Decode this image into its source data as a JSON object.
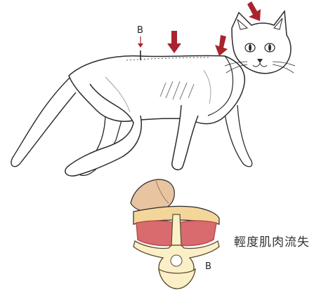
{
  "labels": {
    "marker_top": "B",
    "marker_section": "B"
  },
  "caption": "輕度肌肉流失",
  "colors": {
    "arrow": "#a8242e",
    "outline": "#2a2a2a",
    "muscle": "#d96a6e",
    "muscle_border": "#b84a4e",
    "bone": "#fbefc8",
    "bone_outline": "#5a4a2a",
    "fat_layer": "#f3d79a",
    "skin_finger": "#e8c4a0"
  },
  "icons": {
    "arrow": "down-arrow-icon",
    "finger": "finger-palpation-icon"
  }
}
